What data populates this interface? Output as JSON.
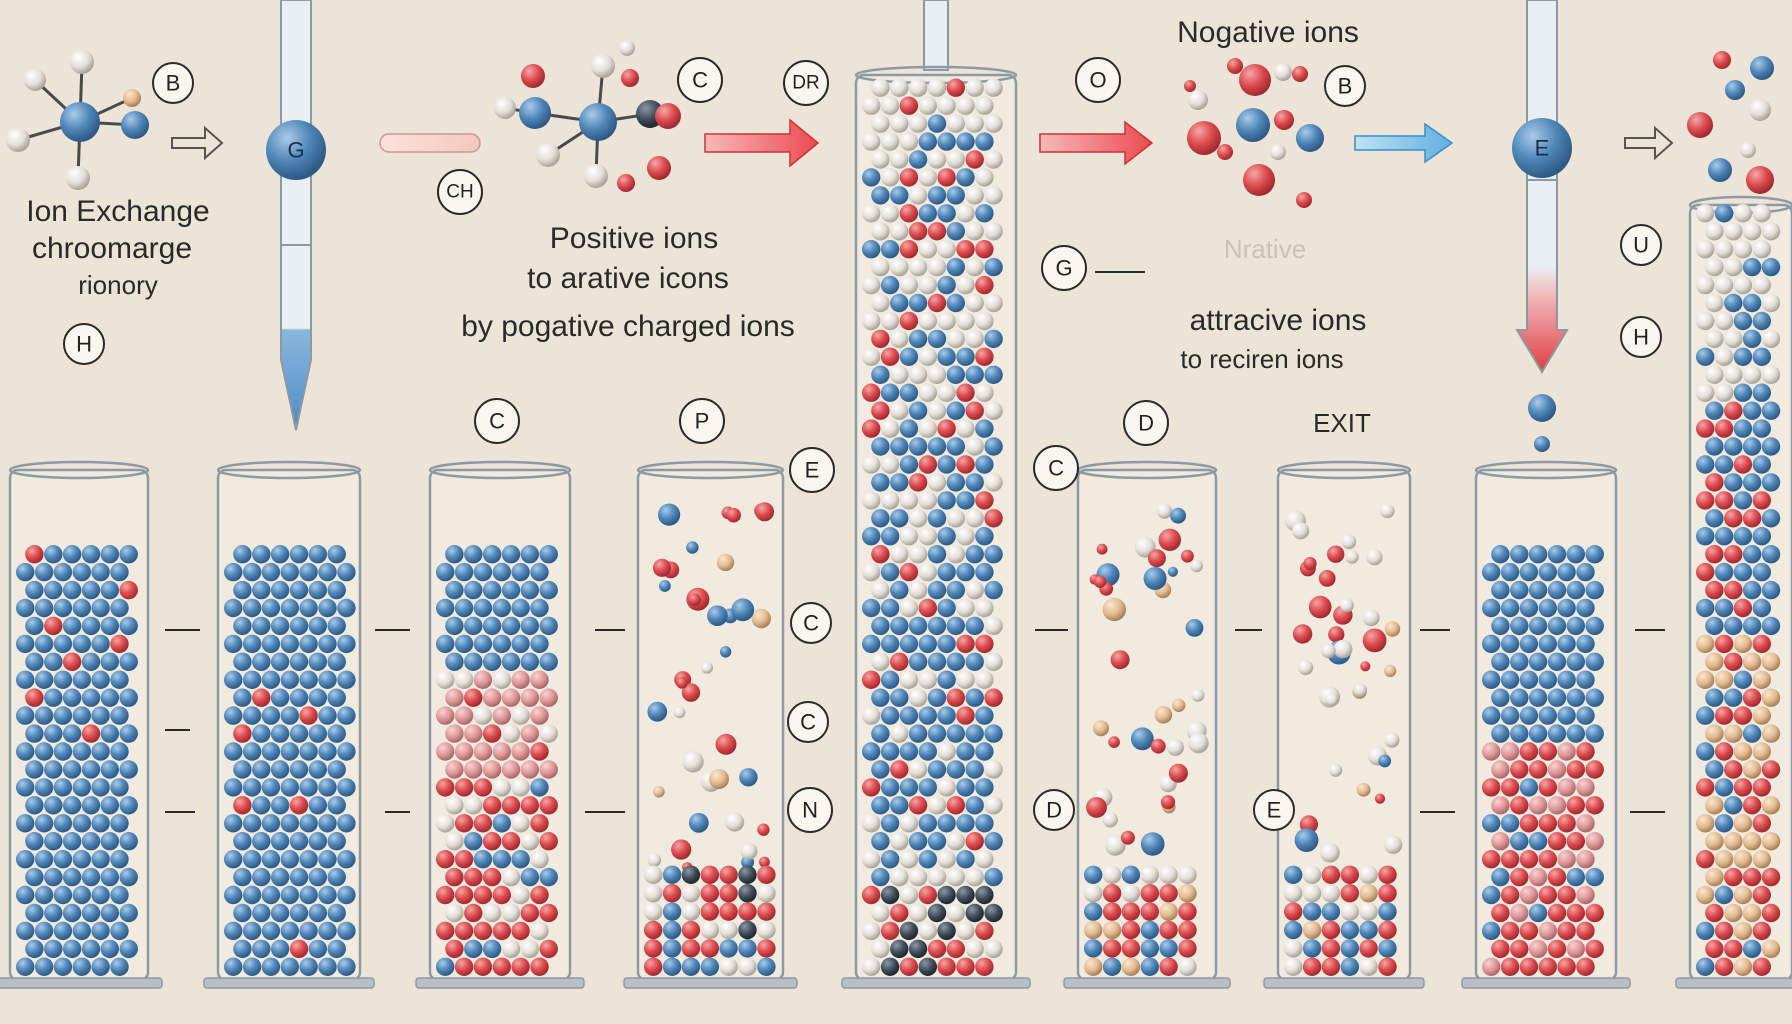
{
  "left_title": {
    "line1": "Ion Exchange",
    "line2": "chroomarge",
    "line3": "rionory"
  },
  "middle_text": {
    "line1": "Positive ions",
    "line2": "to arative icons",
    "line3": "by pogative charged ions"
  },
  "right_text": {
    "heading": "Nogative ions",
    "faint": "Nrative",
    "line1": "attracive  ions",
    "line2": "to reciren ions",
    "exit": "EXIT"
  },
  "circle_labels": {
    "mol1": "B",
    "tube1": "G",
    "ch": "CH",
    "mol2": "C",
    "dr": "DR",
    "d_top": "O",
    "b_top": "B",
    "g_mid": "G",
    "h_left": "H",
    "c_col3": "C",
    "p_col4": "P",
    "e_col4": "E",
    "c2_col4": "C",
    "c3_col4": "C",
    "n_col4": "N",
    "c_mid": "C",
    "d_col6": "D",
    "d_low": "D",
    "e_low": "E",
    "e_tube": "E",
    "u_right": "U",
    "h_right": "H"
  },
  "colors": {
    "blue_ion": "#4f86b8",
    "red_ion": "#dd4b4f",
    "white_ion": "#e9e4dc",
    "tan_ion": "#e7c8a8",
    "pink_ion": "#e09a9c",
    "dark_ion": "#3d4a57",
    "arrow_red": "#ee5a60",
    "arrow_blue": "#6bb6e0",
    "background": "#ece4d6"
  },
  "columns": [
    {
      "id": "column-1",
      "layers": [
        {
          "from": 0.0,
          "to": 1.0,
          "mix": "blue",
          "accent": "red",
          "accent_rate": 0.04
        }
      ]
    },
    {
      "id": "column-2",
      "layers": [
        {
          "from": 0.0,
          "to": 1.0,
          "mix": "blue",
          "accent": "red",
          "accent_rate": 0.05
        }
      ]
    },
    {
      "id": "column-3",
      "layers": [
        {
          "from": 0.0,
          "to": 0.38,
          "mix": "blue"
        },
        {
          "from": 0.38,
          "to": 0.62,
          "mix": "pink"
        },
        {
          "from": 0.62,
          "to": 1.0,
          "mix": "red-white"
        }
      ]
    },
    {
      "id": "column-4",
      "layers": [
        {
          "from": 0.0,
          "to": 1.0,
          "mix": "scattered"
        }
      ]
    },
    {
      "id": "column-5",
      "layers": [
        {
          "from": 0.0,
          "to": 0.4,
          "mix": "white-blue-red"
        },
        {
          "from": 0.4,
          "to": 0.9,
          "mix": "blue-white"
        },
        {
          "from": 0.9,
          "to": 1.0,
          "mix": "dark"
        }
      ]
    },
    {
      "id": "column-6",
      "layers": [
        {
          "from": 0.0,
          "to": 1.0,
          "mix": "scattered-bottom"
        }
      ]
    },
    {
      "id": "column-7",
      "layers": [
        {
          "from": 0.0,
          "to": 1.0,
          "mix": "scattered-bottom"
        }
      ]
    },
    {
      "id": "column-8",
      "layers": [
        {
          "from": 0.0,
          "to": 0.55,
          "mix": "blue"
        },
        {
          "from": 0.55,
          "to": 1.0,
          "mix": "red-pink"
        }
      ]
    },
    {
      "id": "column-9",
      "layers": [
        {
          "from": 0.0,
          "to": 0.25,
          "mix": "white-blue"
        },
        {
          "from": 0.25,
          "to": 0.55,
          "mix": "blue-red"
        },
        {
          "from": 0.55,
          "to": 1.0,
          "mix": "tan-red"
        }
      ]
    }
  ]
}
